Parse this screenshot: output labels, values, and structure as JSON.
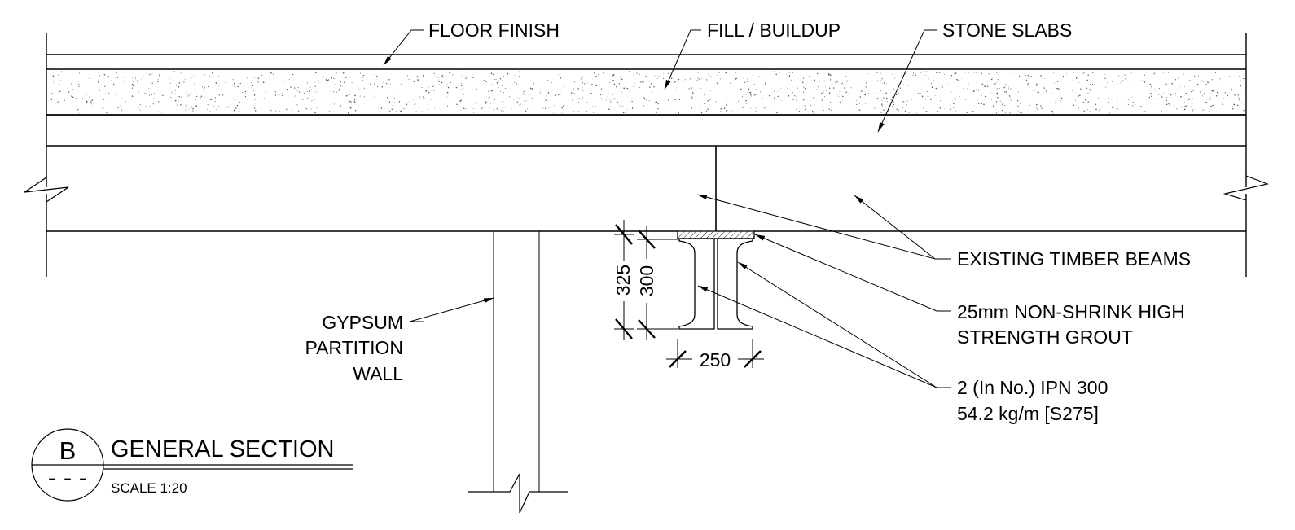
{
  "labels": {
    "floor_finish": "FLOOR FINISH",
    "fill_buildup": "FILL / BUILDUP",
    "stone_slabs": "STONE SLABS",
    "timber_beams": "EXISTING TIMBER BEAMS",
    "grout_line1": "25mm NON-SHRINK HIGH",
    "grout_line2": "STRENGTH GROUT",
    "ipn_line1": "2 (In No.) IPN 300",
    "ipn_line2": "54.2 kg/m [S275]",
    "gypsum_line1": "GYPSUM",
    "gypsum_line2": "PARTITION",
    "gypsum_line3": "WALL"
  },
  "dimensions": {
    "overall_depth": "325",
    "beam_depth": "300",
    "beam_width": "250"
  },
  "title_block": {
    "section_letter": "B",
    "sheet_ref": "- - -",
    "title": "GENERAL SECTION",
    "scale": "SCALE 1:20"
  }
}
